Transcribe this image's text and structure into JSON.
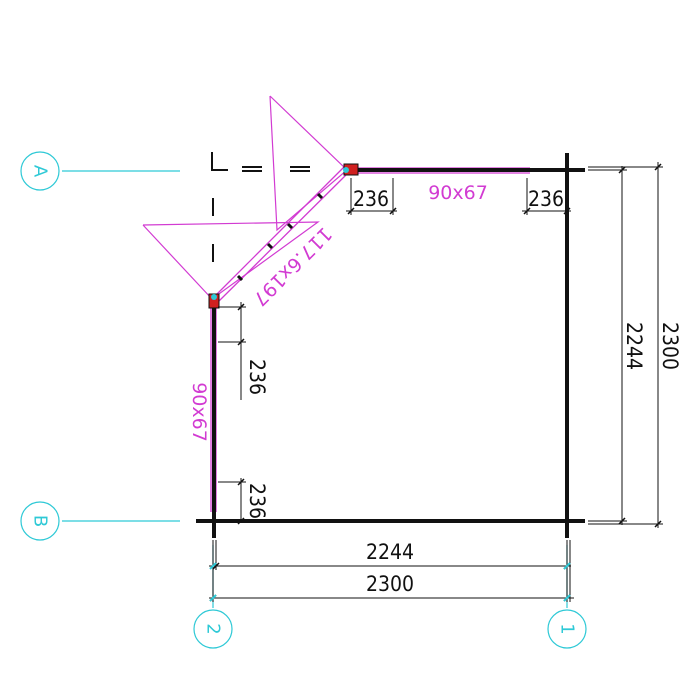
{
  "colors": {
    "background": "#ffffff",
    "structure": "#111111",
    "annotation": "#d23bd2",
    "grid": "#2ec9d6",
    "connector_red": "#d02020"
  },
  "grid": {
    "row_a": "A",
    "row_b": "B",
    "col_2": "2",
    "col_1": "1"
  },
  "dimensions": {
    "top_left": "236",
    "top_right": "236",
    "left_upper": "236",
    "left_lower": "236",
    "right_inner": "2244",
    "right_outer": "2300",
    "bottom_inner": "2244",
    "bottom_outer": "2300"
  },
  "members": {
    "top_beam": "90x67",
    "left_beam": "90x67",
    "diagonal_beam": "117.6x197"
  }
}
